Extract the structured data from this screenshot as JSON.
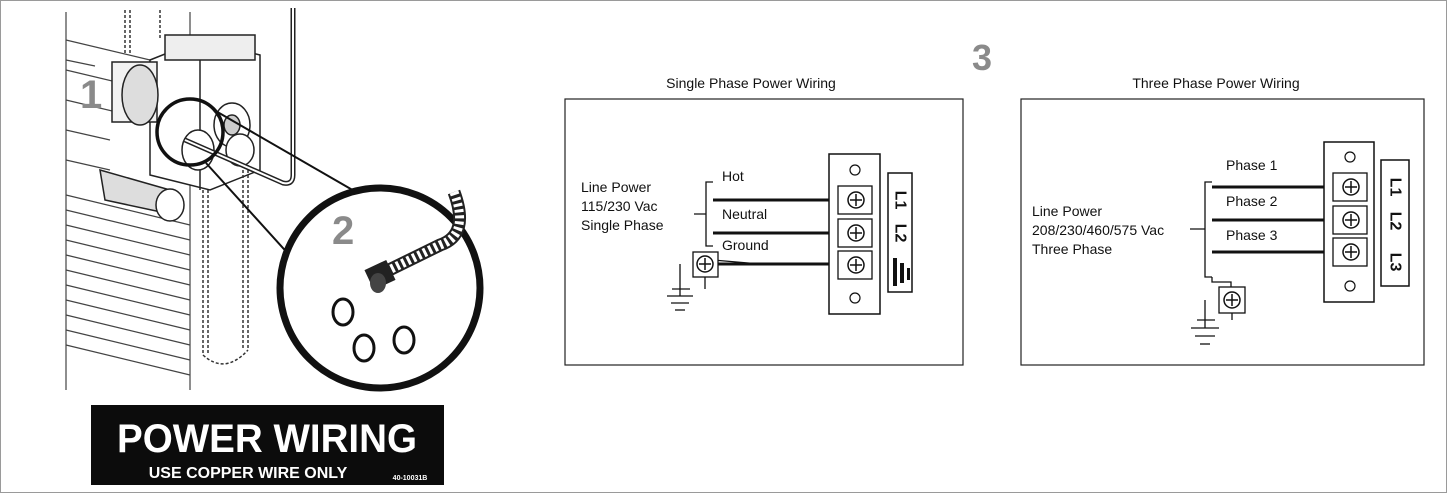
{
  "steps": {
    "step1": "1",
    "step2": "2",
    "step3": "3"
  },
  "label_card": {
    "title": "POWER WIRING",
    "subtitle": "USE COPPER WIRE ONLY",
    "code": "40-10031B"
  },
  "single_phase": {
    "title": "Single Phase Power Wiring",
    "line_power": [
      "Line Power",
      "115/230 Vac",
      "Single Phase"
    ],
    "wires": [
      "Hot",
      "Neutral",
      "Ground"
    ],
    "terminals": [
      "L1",
      "L2"
    ]
  },
  "three_phase": {
    "title": "Three Phase Power Wiring",
    "line_power": [
      "Line Power",
      "208/230/460/575 Vac",
      "Three Phase"
    ],
    "wires": [
      "Phase 1",
      "Phase 2",
      "Phase 3"
    ],
    "terminals": [
      "L1",
      "L2",
      "L3"
    ]
  }
}
